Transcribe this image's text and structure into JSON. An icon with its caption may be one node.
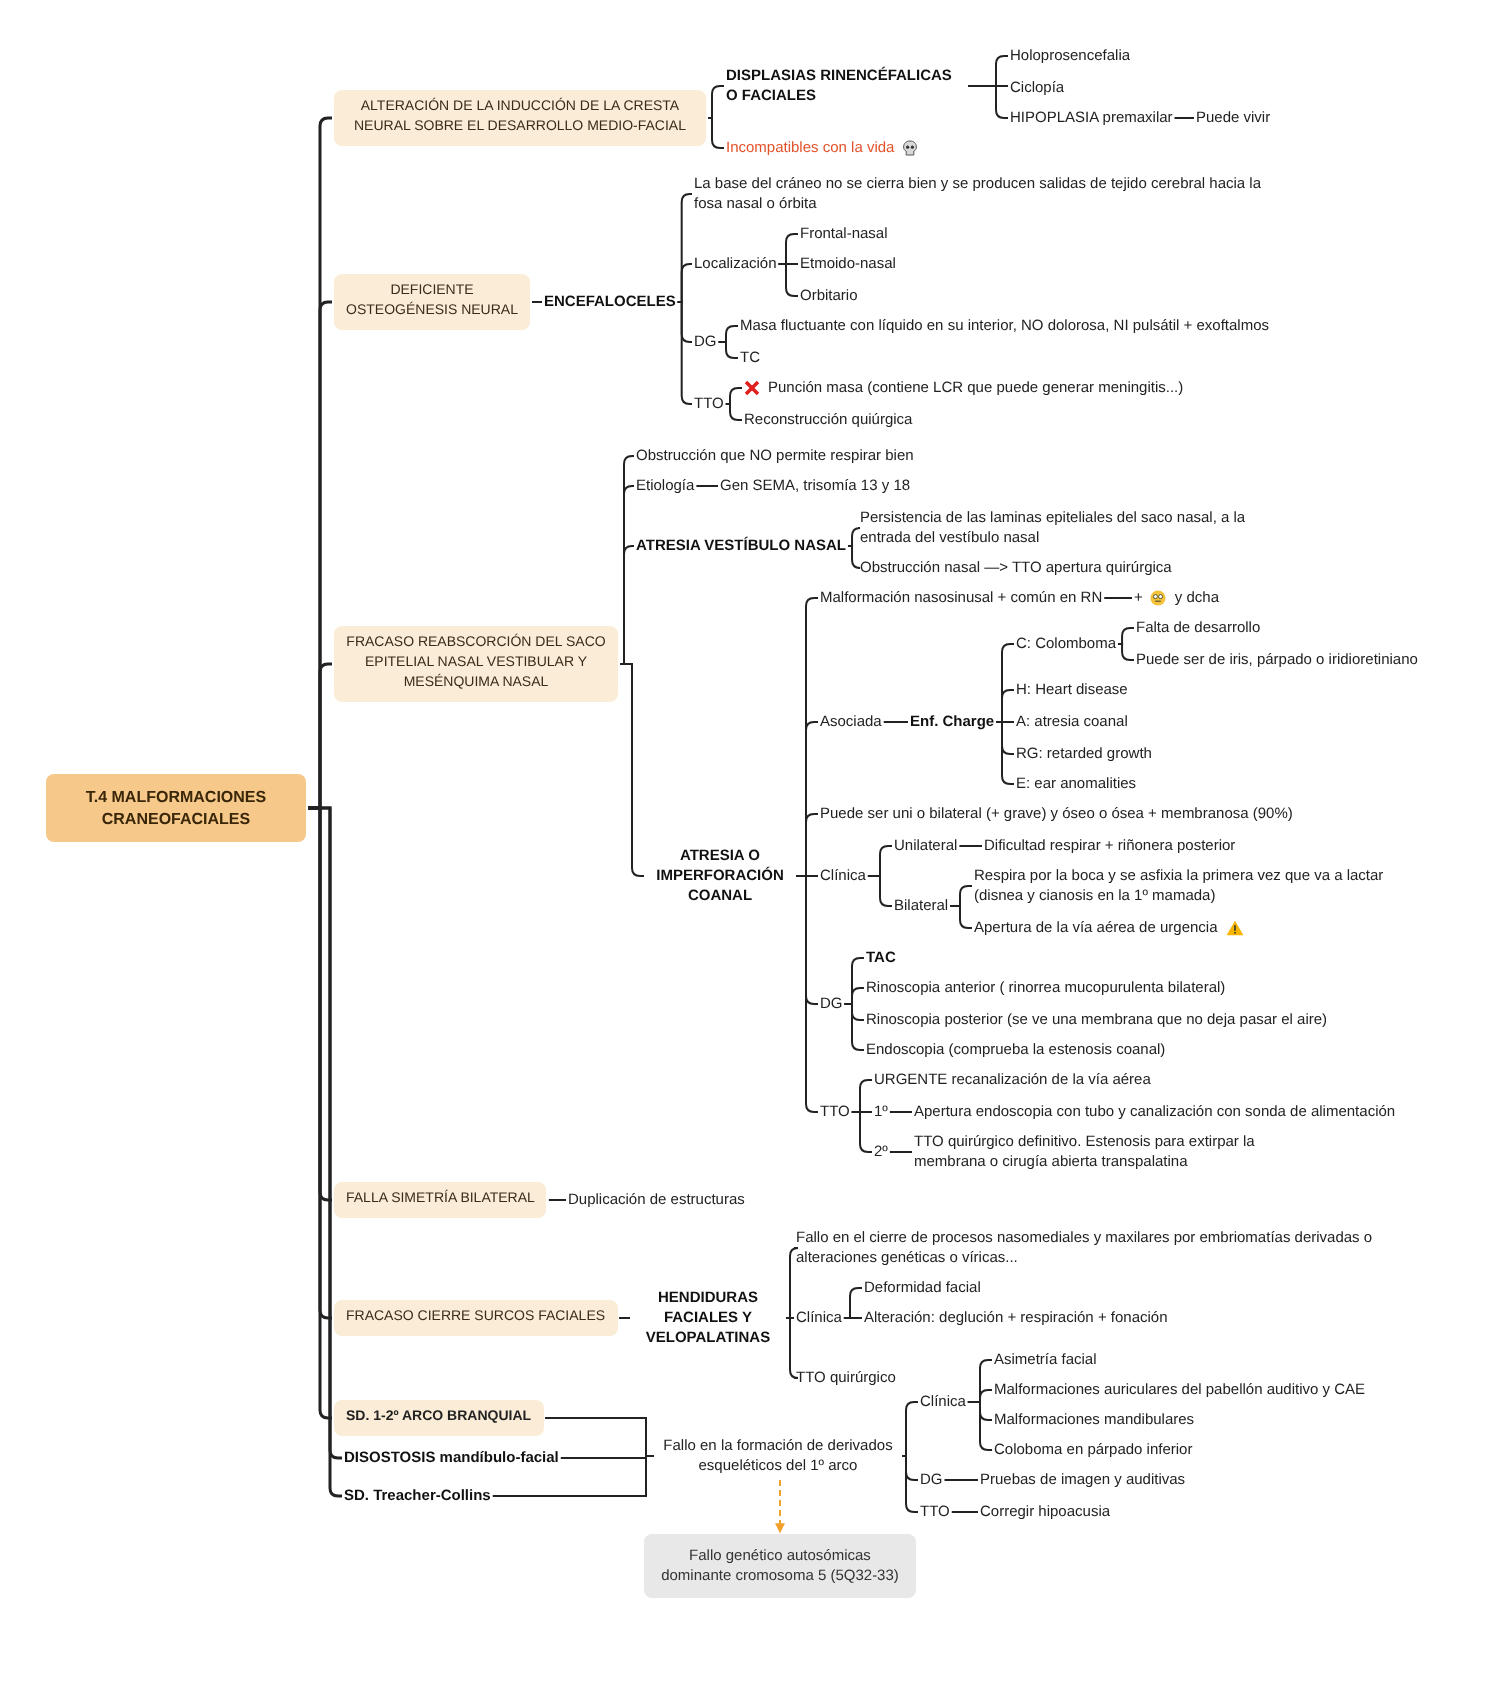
{
  "diagram": {
    "nodes": [
      {
        "text": [
          "T.4 MALFORMACIONES CRANEOFACIALES"
        ]
      },
      {
        "text": [
          "ALTERACIÓN DE LA INDUCCIÓN DE LA CRESTA NEURAL SOBRE EL DESARROLLO MEDIO-FACIAL"
        ]
      },
      {
        "text": [
          "DISPLASIAS RINENCÉFALICAS O FACIALES"
        ]
      },
      {
        "text": [
          "Holoprosencefalia"
        ]
      },
      {
        "text": [
          "Ciclopía"
        ]
      },
      {
        "text": [
          "HIPOPLASIA premaxilar"
        ]
      },
      {
        "text": [
          "Puede vivir"
        ]
      },
      {
        "text": [
          "Incompatibles con la vida"
        ]
      },
      {
        "text": [
          "DEFICIENTE OSTEOGÉNESIS NEURAL"
        ]
      },
      {
        "text": [
          "ENCEFALOCELES"
        ]
      },
      {
        "text": [
          "La base del cráneo no se cierra bien y se producen salidas de tejido cerebral hacia la fosa nasal o órbita"
        ]
      },
      {
        "text": [
          "Localización"
        ]
      },
      {
        "text": [
          "Frontal-nasal"
        ]
      },
      {
        "text": [
          "Etmoido-nasal"
        ]
      },
      {
        "text": [
          "Orbitario"
        ]
      },
      {
        "text": [
          "DG"
        ]
      },
      {
        "text": [
          "Masa fluctuante con líquido en su interior, NO dolorosa, NI pulsátil + exoftalmos"
        ]
      },
      {
        "text": [
          "TC"
        ]
      },
      {
        "text": [
          "TTO"
        ]
      },
      {
        "text": [
          "Punción masa (contiene LCR que puede generar meningitis...)"
        ]
      },
      {
        "text": [
          "Reconstrucción quiúrgica"
        ]
      },
      {
        "text": [
          "FRACASO REABSCORCIÓN DEL SACO EPITELIAL NASAL VESTIBULAR Y MESÉNQUIMA NASAL"
        ]
      },
      {
        "text": [
          "Obstrucción que NO permite respirar bien"
        ]
      },
      {
        "text": [
          "Etiología"
        ]
      },
      {
        "text": [
          "Gen SEMA, trisomía 13 y 18"
        ]
      },
      {
        "text": [
          "ATRESIA VESTÍBULO NASAL"
        ]
      },
      {
        "text": [
          "Persistencia de las laminas epiteliales del saco nasal, a la entrada del vestíbulo nasal"
        ]
      },
      {
        "text": [
          "Obstrucción nasal —> TTO apertura quirúrgica"
        ]
      },
      {
        "text": [
          "ATRESIA O IMPERFORACIÓN COANAL"
        ]
      },
      {
        "text": [
          "Malformación nasosinusal + común en RN"
        ]
      },
      {
        "text": [
          "+",
          "y dcha"
        ]
      },
      {
        "text": [
          "Asociada"
        ]
      },
      {
        "text": [
          "Enf. Charge"
        ]
      },
      {
        "text": [
          "C: Colomboma"
        ]
      },
      {
        "text": [
          "Falta de desarrollo"
        ]
      },
      {
        "text": [
          "Puede ser de iris, párpado o iridioretiniano"
        ]
      },
      {
        "text": [
          "H: Heart disease"
        ]
      },
      {
        "text": [
          "A: atresia coanal"
        ]
      },
      {
        "text": [
          "RG: retarded growth"
        ]
      },
      {
        "text": [
          "E: ear anomalities"
        ]
      },
      {
        "text": [
          "Puede ser uni o bilateral (+ grave) y óseo o ósea + membranosa (90%)"
        ]
      },
      {
        "text": [
          "Clínica"
        ]
      },
      {
        "text": [
          "Unilateral"
        ]
      },
      {
        "text": [
          "Dificultad respirar + riñonera posterior"
        ]
      },
      {
        "text": [
          "Bilateral"
        ]
      },
      {
        "text": [
          "Respira por la boca y se asfixia la primera vez que va a lactar (disnea y cianosis en la 1º mamada)"
        ]
      },
      {
        "text": [
          "Apertura de la vía aérea de urgencia"
        ]
      },
      {
        "text": [
          "DG"
        ]
      },
      {
        "text": [
          "TAC"
        ]
      },
      {
        "text": [
          "Rinoscopia anterior ( rinorrea mucopurulenta bilateral)"
        ]
      },
      {
        "text": [
          "Rinoscopia posterior (se ve una membrana que no deja pasar el aire)"
        ]
      },
      {
        "text": [
          "Endoscopia (comprueba la estenosis coanal)"
        ]
      },
      {
        "text": [
          "TTO"
        ]
      },
      {
        "text": [
          "URGENTE recanalización de la vía aérea"
        ]
      },
      {
        "text": [
          "1º"
        ]
      },
      {
        "text": [
          "Apertura endoscopia con tubo y canalización con sonda de alimentación"
        ]
      },
      {
        "text": [
          "2º"
        ]
      },
      {
        "text": [
          "TTO quirúrgico definitivo. Estenosis para extirpar la membrana o cirugía abierta transpalatina"
        ]
      },
      {
        "text": [
          "FALLA SIMETRÍA BILATERAL"
        ]
      },
      {
        "text": [
          "Duplicación de estructuras"
        ]
      },
      {
        "text": [
          "FRACASO CIERRE SURCOS FACIALES"
        ]
      },
      {
        "text": [
          "HENDIDURAS FACIALES Y VELOPALATINAS"
        ]
      },
      {
        "text": [
          "Fallo en el cierre de procesos nasomediales y maxilares por embriomatías derivadas o alteraciones genéticas o víricas..."
        ]
      },
      {
        "text": [
          "Clínica"
        ]
      },
      {
        "text": [
          "Deformidad facial"
        ]
      },
      {
        "text": [
          "Alteración: deglución + respiración + fonación"
        ]
      },
      {
        "text": [
          "TTO quirúrgico"
        ]
      },
      {
        "text": [
          "SD. 1-2º ARCO BRANQUIAL"
        ]
      },
      {
        "text": [
          "DISOSTOSIS mandíbulo-facial"
        ]
      },
      {
        "text": [
          "SD. Treacher-Collins"
        ]
      },
      {
        "text": [
          "Fallo en la formación de derivados esqueléticos del 1º arco"
        ]
      },
      {
        "text": [
          "Clínica"
        ]
      },
      {
        "text": [
          "Asimetría facial"
        ]
      },
      {
        "text": [
          "Malformaciones auriculares del pabellón auditivo y CAE"
        ]
      },
      {
        "text": [
          "Malformaciones mandibulares"
        ]
      },
      {
        "text": [
          "Coloboma en párpado inferior"
        ]
      },
      {
        "text": [
          "DG"
        ]
      },
      {
        "text": [
          "Pruebas de imagen y auditivas"
        ]
      },
      {
        "text": [
          "TTO"
        ]
      },
      {
        "text": [
          "Corregir hipoacusia"
        ]
      },
      {
        "text": [
          "Fallo genético autosómicas dominante cromosoma 5 (5Q32-33)"
        ]
      }
    ],
    "edges": [
      {
        "from": 0,
        "to": 1,
        "arrow": "none"
      },
      {
        "from": 0,
        "to": 8,
        "arrow": "none"
      },
      {
        "from": 0,
        "to": 21,
        "arrow": "none"
      },
      {
        "from": 0,
        "to": 58,
        "arrow": "none"
      },
      {
        "from": 0,
        "to": 60,
        "arrow": "none"
      },
      {
        "from": 0,
        "to": 67,
        "arrow": "none"
      },
      {
        "from": 0,
        "to": 68,
        "arrow": "none"
      },
      {
        "from": 0,
        "to": 69,
        "arrow": "none"
      },
      {
        "from": 1,
        "to": 2,
        "arrow": "none"
      },
      {
        "from": 1,
        "to": 7,
        "arrow": "none"
      },
      {
        "from": 2,
        "to": 3,
        "arrow": "none"
      },
      {
        "from": 2,
        "to": 4,
        "arrow": "none"
      },
      {
        "from": 2,
        "to": 5,
        "arrow": "none"
      },
      {
        "from": 5,
        "to": 6,
        "arrow": "none"
      },
      {
        "from": 8,
        "to": 9,
        "arrow": "none"
      },
      {
        "from": 9,
        "to": 10,
        "arrow": "none"
      },
      {
        "from": 9,
        "to": 11,
        "arrow": "none"
      },
      {
        "from": 9,
        "to": 15,
        "arrow": "none"
      },
      {
        "from": 9,
        "to": 18,
        "arrow": "none"
      },
      {
        "from": 11,
        "to": 12,
        "arrow": "none"
      },
      {
        "from": 11,
        "to": 13,
        "arrow": "none"
      },
      {
        "from": 11,
        "to": 14,
        "arrow": "none"
      },
      {
        "from": 15,
        "to": 16,
        "arrow": "none"
      },
      {
        "from": 15,
        "to": 17,
        "arrow": "none"
      },
      {
        "from": 18,
        "to": 19,
        "arrow": "none"
      },
      {
        "from": 18,
        "to": 20,
        "arrow": "none"
      },
      {
        "from": 21,
        "to": 22,
        "arrow": "none"
      },
      {
        "from": 21,
        "to": 23,
        "arrow": "none"
      },
      {
        "from": 21,
        "to": 25,
        "arrow": "none"
      },
      {
        "from": 21,
        "to": 28,
        "arrow": "none"
      },
      {
        "from": 23,
        "to": 24,
        "arrow": "none"
      },
      {
        "from": 25,
        "to": 26,
        "arrow": "none"
      },
      {
        "from": 25,
        "to": 27,
        "arrow": "none"
      },
      {
        "from": 28,
        "to": 29,
        "arrow": "none"
      },
      {
        "from": 28,
        "to": 31,
        "arrow": "none"
      },
      {
        "from": 28,
        "to": 40,
        "arrow": "none"
      },
      {
        "from": 28,
        "to": 41,
        "arrow": "none"
      },
      {
        "from": 28,
        "to": 47,
        "arrow": "none"
      },
      {
        "from": 28,
        "to": 52,
        "arrow": "none"
      },
      {
        "from": 29,
        "to": 30,
        "arrow": "none"
      },
      {
        "from": 31,
        "to": 32,
        "arrow": "none"
      },
      {
        "from": 32,
        "to": 33,
        "arrow": "none"
      },
      {
        "from": 32,
        "to": 36,
        "arrow": "none"
      },
      {
        "from": 32,
        "to": 37,
        "arrow": "none"
      },
      {
        "from": 32,
        "to": 38,
        "arrow": "none"
      },
      {
        "from": 32,
        "to": 39,
        "arrow": "none"
      },
      {
        "from": 33,
        "to": 34,
        "arrow": "none"
      },
      {
        "from": 33,
        "to": 35,
        "arrow": "none"
      },
      {
        "from": 41,
        "to": 42,
        "arrow": "none"
      },
      {
        "from": 41,
        "to": 44,
        "arrow": "none"
      },
      {
        "from": 42,
        "to": 43,
        "arrow": "none"
      },
      {
        "from": 44,
        "to": 45,
        "arrow": "none"
      },
      {
        "from": 44,
        "to": 46,
        "arrow": "none"
      },
      {
        "from": 47,
        "to": 48,
        "arrow": "none"
      },
      {
        "from": 47,
        "to": 49,
        "arrow": "none"
      },
      {
        "from": 47,
        "to": 50,
        "arrow": "none"
      },
      {
        "from": 47,
        "to": 51,
        "arrow": "none"
      },
      {
        "from": 52,
        "to": 53,
        "arrow": "none"
      },
      {
        "from": 52,
        "to": 54,
        "arrow": "none"
      },
      {
        "from": 52,
        "to": 56,
        "arrow": "none"
      },
      {
        "from": 54,
        "to": 55,
        "arrow": "none"
      },
      {
        "from": 56,
        "to": 57,
        "arrow": "none"
      },
      {
        "from": 58,
        "to": 59,
        "arrow": "none"
      },
      {
        "from": 60,
        "to": 61,
        "arrow": "none"
      },
      {
        "from": 61,
        "to": 62,
        "arrow": "none"
      },
      {
        "from": 61,
        "to": 63,
        "arrow": "none"
      },
      {
        "from": 61,
        "to": 66,
        "arrow": "none"
      },
      {
        "from": 63,
        "to": 64,
        "arrow": "none"
      },
      {
        "from": 63,
        "to": 65,
        "arrow": "none"
      },
      {
        "from": 67,
        "to": 70,
        "arrow": "none"
      },
      {
        "from": 68,
        "to": 70,
        "arrow": "none"
      },
      {
        "from": 69,
        "to": 70,
        "arrow": "none"
      },
      {
        "from": 70,
        "to": 71,
        "arrow": "none"
      },
      {
        "from": 70,
        "to": 76,
        "arrow": "none"
      },
      {
        "from": 70,
        "to": 78,
        "arrow": "none"
      },
      {
        "from": 71,
        "to": 72,
        "arrow": "none"
      },
      {
        "from": 71,
        "to": 73,
        "arrow": "none"
      },
      {
        "from": 71,
        "to": 74,
        "arrow": "none"
      },
      {
        "from": 71,
        "to": 75,
        "arrow": "none"
      },
      {
        "from": 76,
        "to": 77,
        "arrow": "none"
      },
      {
        "from": 78,
        "to": 79,
        "arrow": "none"
      },
      {
        "from": 70,
        "to": 80,
        "arrow": "to",
        "style": "dashed",
        "color": "#f0a12c"
      }
    ]
  }
}
